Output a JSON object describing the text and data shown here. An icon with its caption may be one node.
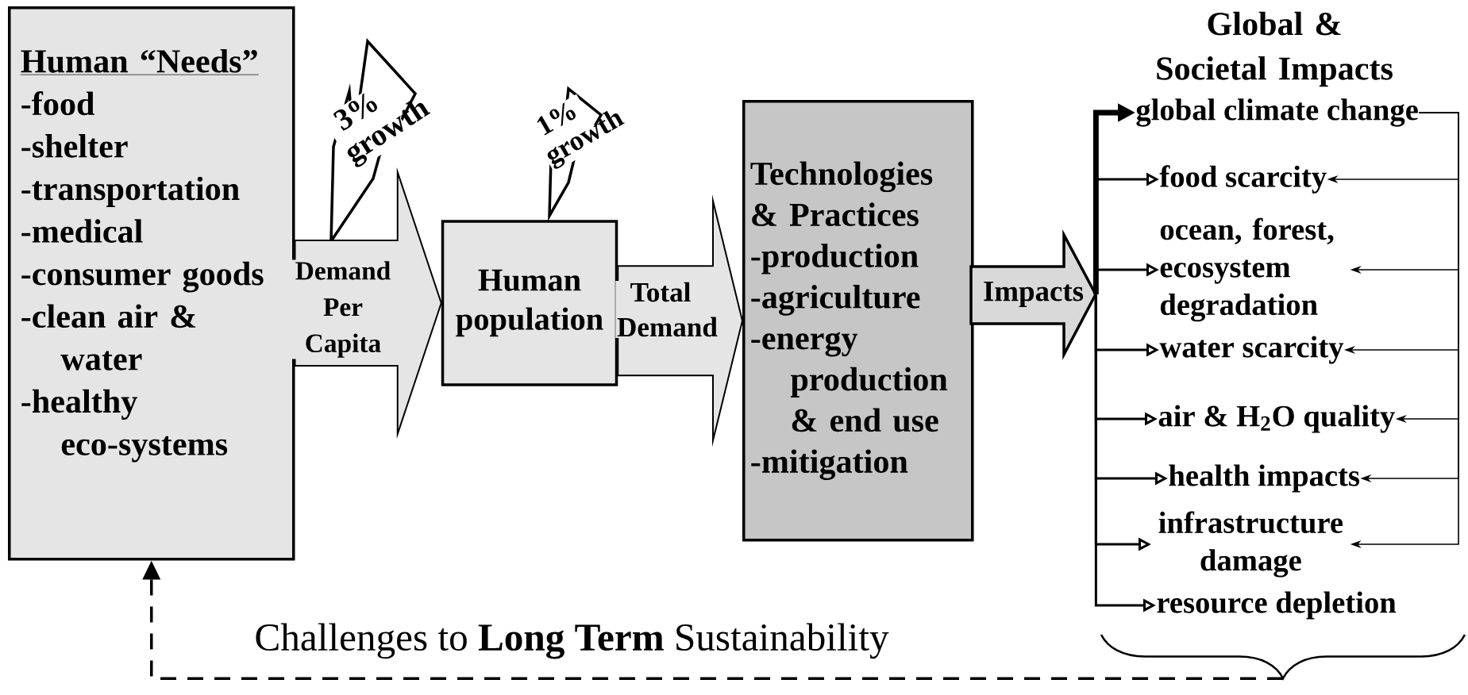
{
  "diagram": {
    "nodes": [
      {
        "text": [
          "Human “Needs”",
          "-food",
          "-shelter",
          "-transportation",
          "-medical",
          "-consumer goods",
          "-clean air & water",
          "-healthy eco-systems"
        ]
      },
      {
        "text": [
          "3% growth"
        ]
      },
      {
        "text": [
          "1% growth"
        ]
      },
      {
        "text": [
          "Human population"
        ]
      },
      {
        "text": [
          "Technologies & Practices",
          "-production",
          "-agriculture",
          "-energy production & end use",
          "-mitigation"
        ]
      },
      {
        "text": [
          "Impacts"
        ]
      },
      {
        "text": [
          "global climate change"
        ]
      },
      {
        "text": [
          "food scarcity"
        ]
      },
      {
        "text": [
          "ocean, forest, ecosystem degradation"
        ]
      },
      {
        "text": [
          "water scarcity"
        ]
      },
      {
        "text": [
          "air & H$_{2}$O quality"
        ]
      },
      {
        "text": [
          "health impacts"
        ]
      },
      {
        "text": [
          "infrastructure damage"
        ]
      },
      {
        "text": [
          "resource depletion"
        ]
      },
      {
        "text": [],
        "shape": "brace"
      }
    ],
    "edges": [
      {
        "from": 0,
        "to": 3,
        "arrow": "to",
        "label": "Demand Per Capita"
      },
      {
        "from": 3,
        "to": 4,
        "arrow": "to",
        "label": "Total Demand"
      },
      {
        "from": 5,
        "to": 6,
        "arrow": "to",
        "style": "thick"
      },
      {
        "from": 5,
        "to": 7,
        "arrow": "to"
      },
      {
        "from": 5,
        "to": 8,
        "arrow": "to"
      },
      {
        "from": 5,
        "to": 9,
        "arrow": "to"
      },
      {
        "from": 5,
        "to": 10,
        "arrow": "to"
      },
      {
        "from": 5,
        "to": 11,
        "arrow": "to"
      },
      {
        "from": 5,
        "to": 12,
        "arrow": "to"
      },
      {
        "from": 5,
        "to": 13,
        "arrow": "to"
      },
      {
        "from": 6,
        "to": 7,
        "arrow": "to"
      },
      {
        "from": 6,
        "to": 8,
        "arrow": "to"
      },
      {
        "from": 6,
        "to": 9,
        "arrow": "to"
      },
      {
        "from": 6,
        "to": 10,
        "arrow": "to"
      },
      {
        "from": 6,
        "to": 11,
        "arrow": "to"
      },
      {
        "from": 6,
        "to": 12,
        "arrow": "to"
      },
      {
        "from": 14,
        "to": 0,
        "arrow": "to",
        "style": "dashed",
        "label": "Challenges to **Long Term** Sustainability"
      }
    ],
    "labels": [
      "Global & Societal Impacts"
    ]
  }
}
